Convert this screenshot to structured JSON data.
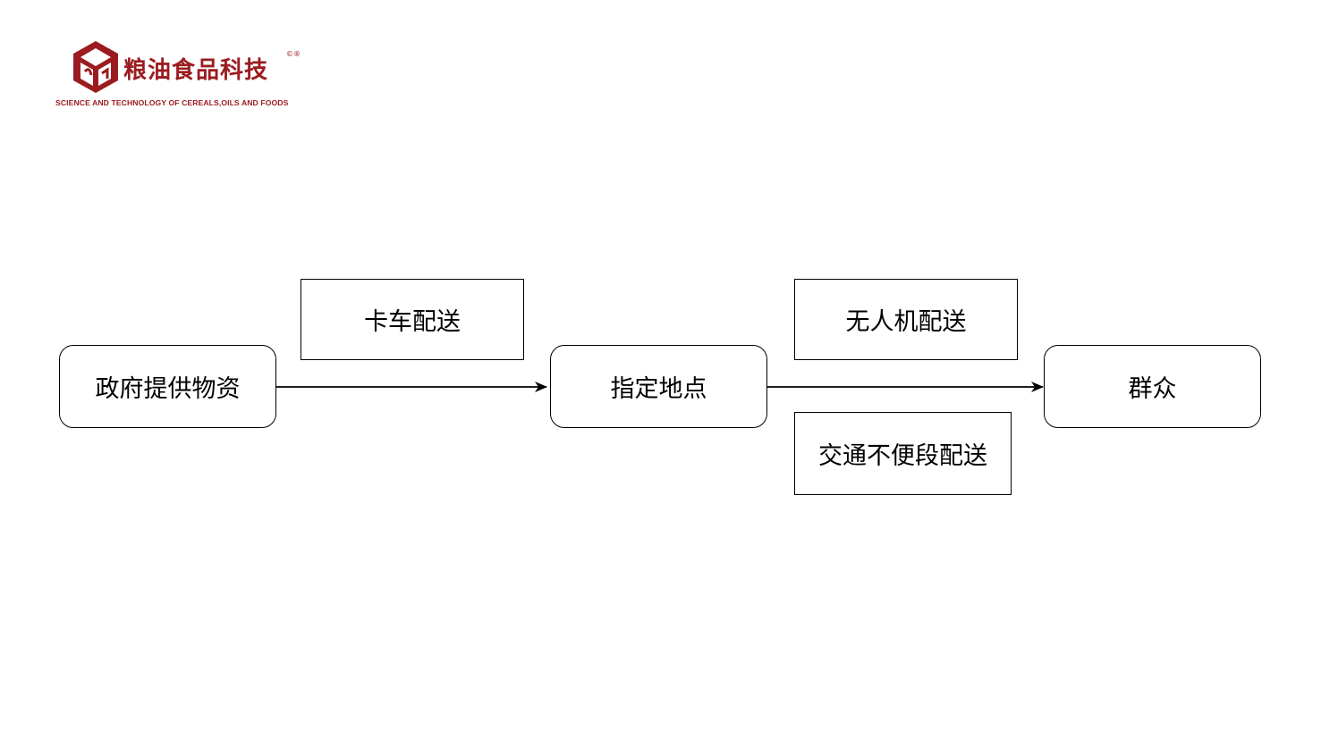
{
  "logo": {
    "title": "粮油食品科技",
    "registered": "©®",
    "subtitle": "SCIENCE AND TECHNOLOGY OF CEREALS,OILS AND FOODS",
    "brand_color": "#9b1c20"
  },
  "diagram": {
    "nodes": {
      "source": "政府提供物资",
      "hub": "指定地点",
      "target": "群众"
    },
    "edge_labels": {
      "truck": "卡车配送",
      "drone": "无人机配送",
      "difficult_roads": "交通不便段配送"
    },
    "edges": [
      {
        "from": "source",
        "to": "hub",
        "labels": [
          "truck"
        ]
      },
      {
        "from": "hub",
        "to": "target",
        "labels": [
          "drone",
          "difficult_roads"
        ]
      }
    ],
    "line_color": "#000000"
  }
}
